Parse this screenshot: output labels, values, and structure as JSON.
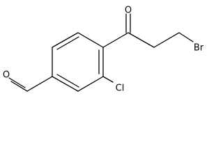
{
  "molecule": {
    "atoms": {
      "carbonyl_oxygen": "O",
      "aldehyde_oxygen": "O",
      "bromine": "Br",
      "chlorine": "Cl"
    },
    "colors": {
      "bond": "#000000",
      "label": "#000000",
      "background": "#ffffff"
    }
  }
}
